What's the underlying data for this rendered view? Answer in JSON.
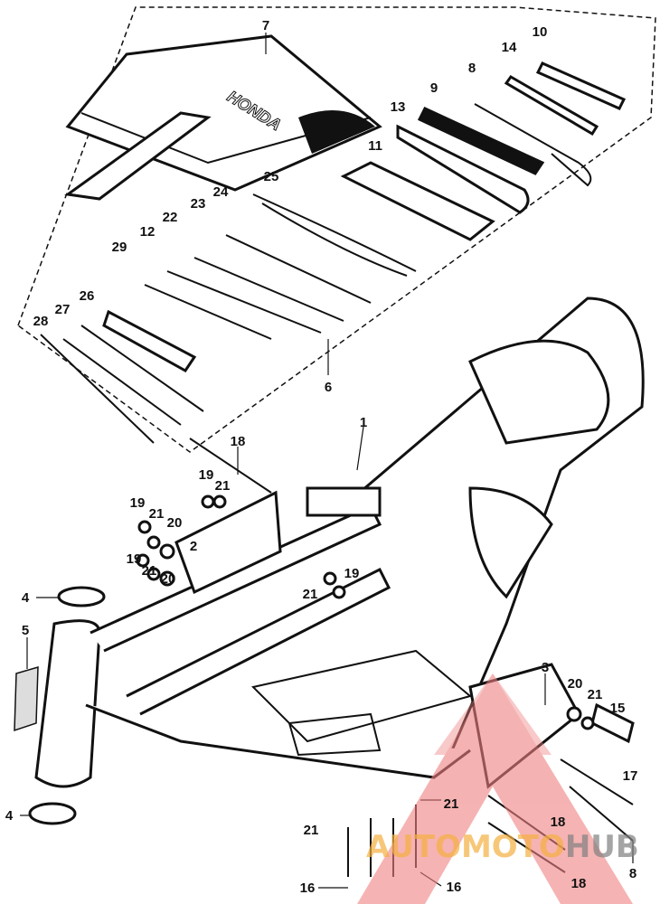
{
  "title": "Frame and tool kit exploded parts diagram",
  "labels": [
    "7",
    "10",
    "14",
    "8",
    "9",
    "13",
    "11",
    "25",
    "24",
    "23",
    "22",
    "12",
    "29",
    "26",
    "27",
    "28",
    "6",
    "1",
    "18",
    "19",
    "21",
    "19",
    "21",
    "20",
    "2",
    "19",
    "21",
    "20",
    "19",
    "21",
    "4",
    "5",
    "3",
    "20",
    "21",
    "15",
    "17",
    "21",
    "18",
    "4",
    "21",
    "18",
    "16",
    "8",
    "16"
  ],
  "tool_bag_brand": "HONDA",
  "watermark": {
    "part1": "AUTOMOTO",
    "part2": "HUB",
    "color_red": "#f08080",
    "color_orange": "#f5b041",
    "color_gray": "#808080"
  }
}
